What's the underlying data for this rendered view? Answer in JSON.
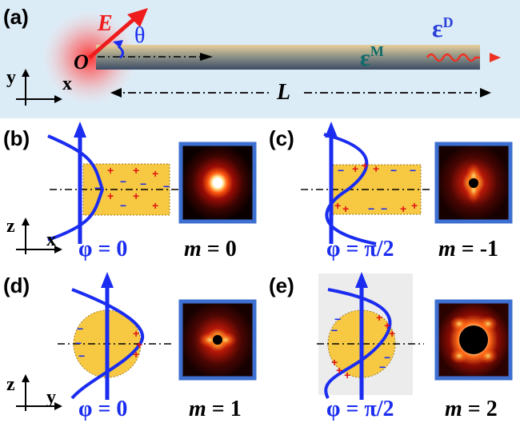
{
  "panel_a": {
    "label": "(a)",
    "field_label": "E",
    "angle_label": "θ",
    "origin_label": "O",
    "metal_label": "ε",
    "metal_sup": "M",
    "dielectric_label": "ε",
    "dielectric_sup": "D",
    "length_label": "L",
    "axis_y": "y",
    "axis_x": "x"
  },
  "panel_b": {
    "label": "(b)",
    "phi_label": "φ = 0",
    "m_prefix": "m",
    "m_value": " = 0",
    "axis_z": "z",
    "axis_x": "x"
  },
  "panel_c": {
    "label": "(c)",
    "phi_label": "φ = π/2",
    "m_prefix": "m",
    "m_value": " = -1"
  },
  "panel_d": {
    "label": "(d)",
    "phi_label": "φ = 0",
    "m_prefix": "m",
    "m_value": " = 1",
    "axis_z": "z",
    "axis_y": "y"
  },
  "panel_e": {
    "label": "(e)",
    "phi_label": "φ = π/2",
    "m_prefix": "m",
    "m_value": " = 2"
  },
  "charge_plus": "+",
  "charge_minus": "−",
  "colors": {
    "accent_blue": "#1a2cf0",
    "field_red": "#ee1c1c",
    "rod_gold": "#f5c63c",
    "panel_a_bg": "#dcecf7",
    "frame_blue": "#3c6fd0",
    "metal_teal": "#0c6b6b"
  }
}
